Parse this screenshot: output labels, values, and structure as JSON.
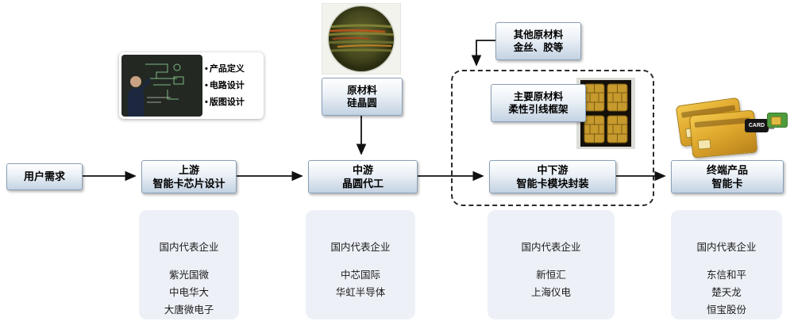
{
  "nodes": {
    "user_demand": {
      "label": "用户需求"
    },
    "upstream": {
      "line1": "上游",
      "line2": "智能卡芯片设计"
    },
    "midstream": {
      "line1": "中游",
      "line2": "晶圆代工"
    },
    "mid_downstream": {
      "line1": "中下游",
      "line2": "智能卡模块封装"
    },
    "end_product": {
      "line1": "终端产品",
      "line2": "智能卡"
    }
  },
  "inputs": {
    "raw_material": {
      "line1": "原材料",
      "line2": "硅晶圆"
    },
    "other_materials": {
      "line1": "其他原材料",
      "line2": "金丝、胶等"
    },
    "main_materials": {
      "line1": "主要原材料",
      "line2": "柔性引线框架"
    }
  },
  "design_notes": {
    "bullet": "•",
    "items": [
      "产品定义",
      "电路设计",
      "版图设计"
    ]
  },
  "companies": [
    {
      "header": "国内代表企业",
      "names": [
        "紫光国微",
        "中电华大",
        "大唐微电子"
      ]
    },
    {
      "header": "国内代表企业",
      "names": [
        "中芯国际",
        "华虹半导体"
      ]
    },
    {
      "header": "国内代表企业",
      "names": [
        "新恒汇",
        "上海仪电"
      ]
    },
    {
      "header": "国内代表企业",
      "names": [
        "东信和平",
        "楚天龙",
        "恒宝股份"
      ]
    }
  ],
  "card_reader_label": "CARD",
  "colors": {
    "arrow": "#111111",
    "node_border": "#8aa0b6",
    "panel_bg": "#edf1f7",
    "card_gold": "#e0a92e",
    "wafer_green": "#45471e"
  }
}
